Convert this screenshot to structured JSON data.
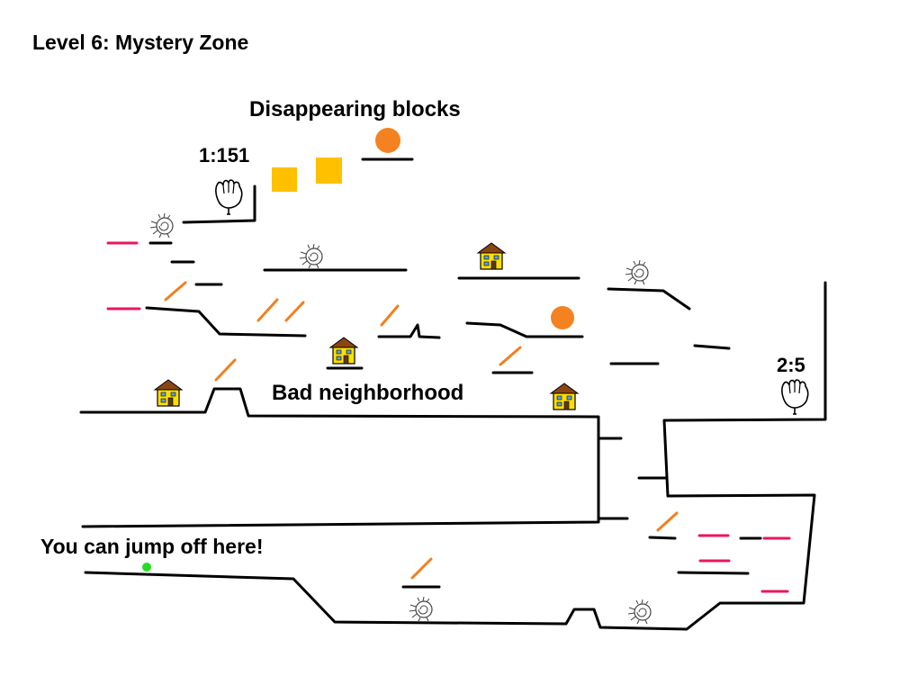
{
  "level": {
    "title": "Level 6: Mystery Zone"
  },
  "labels": {
    "disappearing_blocks": "Disappearing blocks",
    "bad_neighborhood": "Bad neighborhood",
    "jump_hint": "You can jump off here!",
    "checkpoint_1_time": "1:151",
    "checkpoint_2_time": "2:5"
  },
  "icons": {
    "hand": "hand-icon",
    "house": "house-icon",
    "critter": "swirl-creature-icon",
    "orb": "orange-ball-icon",
    "player": "player-dot-icon"
  },
  "colors": {
    "terrain": "#000000",
    "block": "#FFC000",
    "orb": "#F58220",
    "spring": "#F08020",
    "hazard": "#E8175D",
    "player": "#22DD22",
    "house_wall": "#FFE000",
    "house_roof": "#8B4513"
  }
}
